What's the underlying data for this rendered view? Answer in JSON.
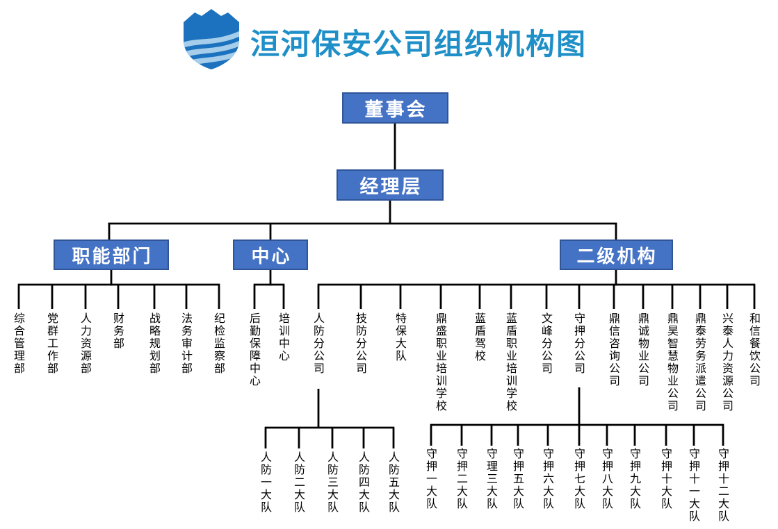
{
  "page": {
    "title": "洹河保安公司组织机构图"
  },
  "logo": {
    "icon": "shield-waves-logo-icon",
    "shield_color": "#1c72be",
    "stripe_color": "#a6cdea"
  },
  "colors": {
    "title": "#1f8fc8",
    "box_fill": "#4472c4",
    "box_border": "#2f5597",
    "box_text": "#ffffff",
    "connector": "#000000",
    "label": "#000000"
  },
  "tree": {
    "root": "董事会",
    "management": "经理层",
    "branches": [
      {
        "label": "职能部门",
        "children": [
          "综合管理部",
          "党群工作部",
          "人力资源部",
          "财务部",
          "战略规划部",
          "法务审计部",
          "纪检监察部"
        ]
      },
      {
        "label": "中心",
        "children": [
          "后勤保障中心",
          "培训中心"
        ]
      },
      {
        "label": "二级机构",
        "children": [
          "人防分公司",
          "技防分公司",
          "特保大队",
          "鼎盛职业培训学校",
          "蓝盾驾校",
          "蓝盾职业培训学校",
          "文峰分公司",
          "守押分公司",
          "鼎信咨询公司",
          "鼎诚物业公司",
          "鼎昊智慧物业公司",
          "鼎泰劳务派遣公司",
          "兴泰人力资源公司",
          "和信餐饮公司"
        ]
      }
    ],
    "sub_branches": [
      {
        "parent": "人防分公司",
        "children": [
          "人防一大队",
          "人防二大队",
          "人防三大队",
          "人防四大队",
          "人防五大队"
        ]
      },
      {
        "parent": "守押分公司",
        "children": [
          "守押一大队",
          "守押二大队",
          "守理三大队",
          "守押五大队",
          "守押六大队",
          "守押七大队",
          "守押八大队",
          "守押九大队",
          "守押十大队",
          "守押十一大队",
          "守押十二大队"
        ]
      }
    ]
  }
}
